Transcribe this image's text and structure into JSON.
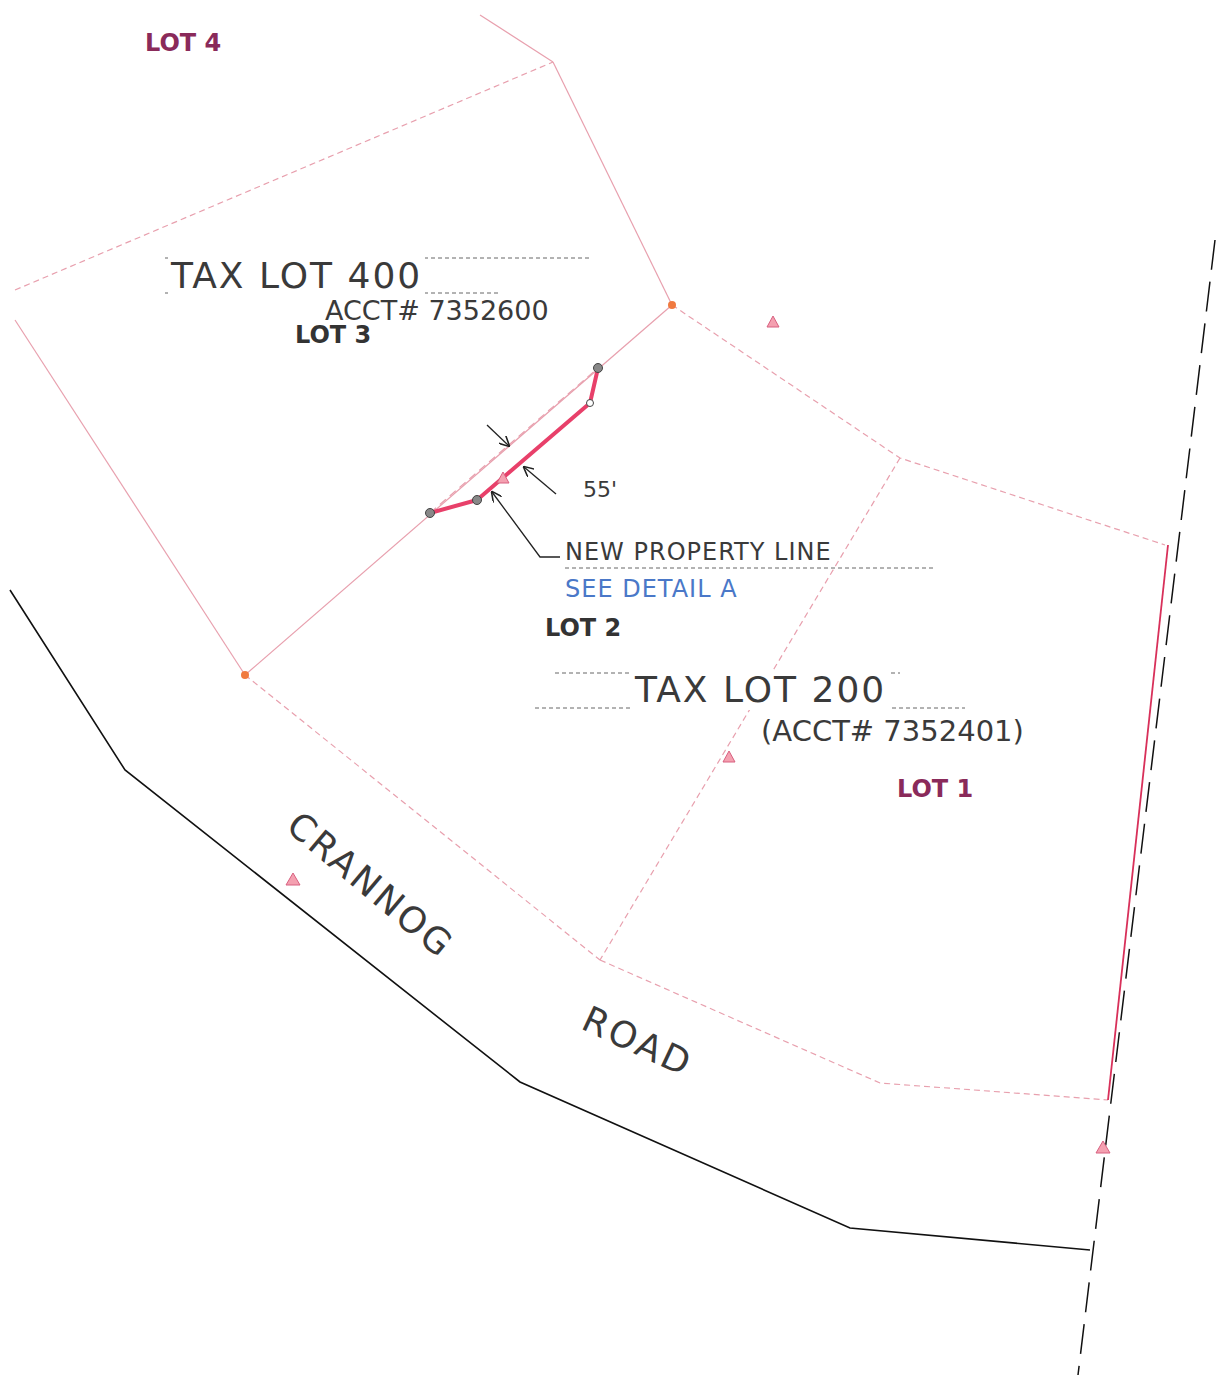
{
  "diagram": {
    "labels": [
      "LOT 4",
      "TAX LOT 400",
      "ACCT# 7352600",
      "LOT 3",
      "55'",
      "NEW PROPERTY LINE",
      "SEE DETAIL A",
      "LOT 2",
      "TAX LOT 200",
      "(ACCT# 7352401)",
      "LOT 1",
      "CRANNOG",
      "ROAD"
    ]
  }
}
